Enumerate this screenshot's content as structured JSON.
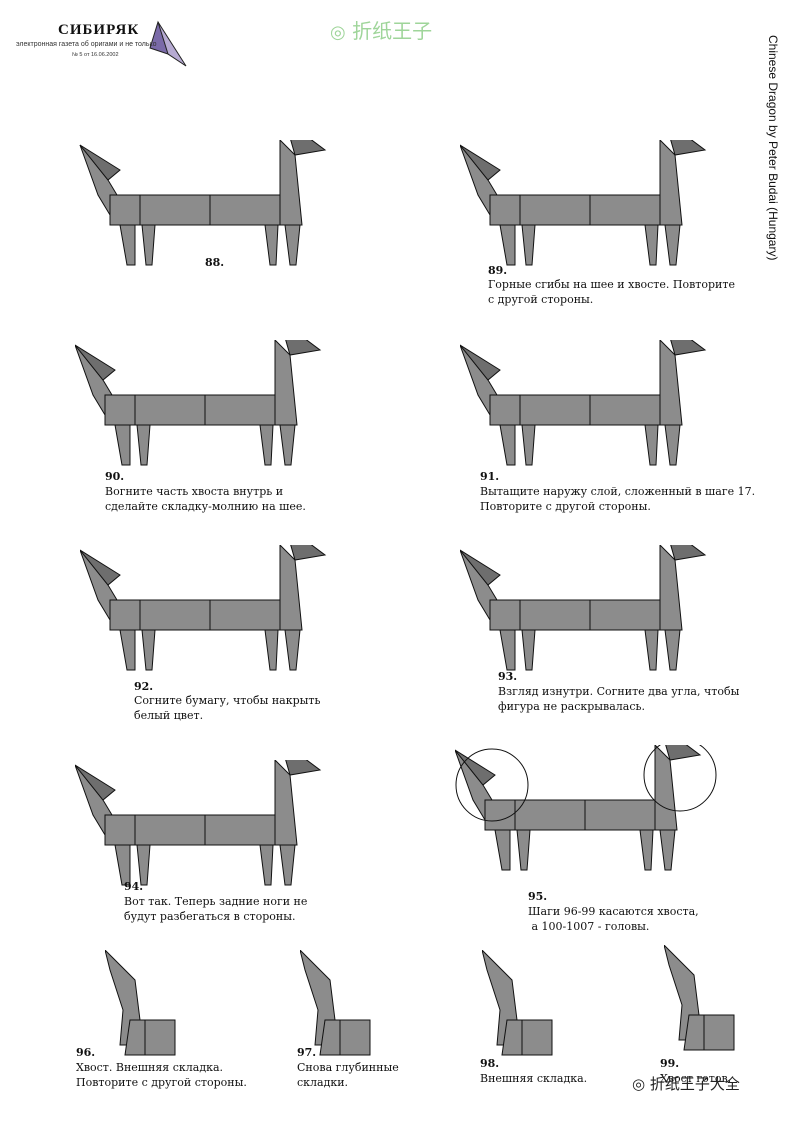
{
  "header": {
    "logo_title": "СИБИРЯК",
    "logo_subtitle": "электронная газета об оригами и не только",
    "logo_issue": "№ 5 от 16.06.2002",
    "watermark": "折纸王子"
  },
  "side_title": "Chinese Dragon by Peter Budai (Hungary)",
  "steps": [
    {
      "num": "88.",
      "lines": []
    },
    {
      "num": "89.",
      "lines": [
        "Горные сгибы на шее и хвосте. Повторите",
        "с другой стороны."
      ]
    },
    {
      "num": "90.",
      "lines": [
        "Вогните часть хвоста внутрь и",
        "сделайте складку-молнию на шее."
      ]
    },
    {
      "num": "91.",
      "lines": [
        "Вытащите наружу слой, сложенный в шаге 17.",
        "Повторите с другой стороны."
      ]
    },
    {
      "num": "92.",
      "lines": [
        "Согните бумагу, чтобы накрыть",
        "белый цвет."
      ]
    },
    {
      "num": "93.",
      "lines": [
        "Взгляд изнутри. Согните два угла, чтобы",
        "фигура не раскрывалась."
      ]
    },
    {
      "num": "94.",
      "lines": [
        "Вот так. Теперь задние ноги не",
        "будут разбегаться в стороны."
      ]
    },
    {
      "num": "95.",
      "lines": [
        "Шаги 96-99 касаются хвоста,",
        " а 100-1007 - головы."
      ]
    },
    {
      "num": "96.",
      "lines": [
        "Хвост. Внешняя складка.",
        "Повторите с другой стороны."
      ]
    },
    {
      "num": "97.",
      "lines": [
        "Снова глубинные",
        "складки."
      ]
    },
    {
      "num": "98.",
      "lines": [
        "Внешняя складка."
      ]
    },
    {
      "num": "99.",
      "lines": [
        "Хвост готов."
      ]
    }
  ],
  "footer_watermark": "折纸王子大全",
  "colors": {
    "paper": "#8c8c8c",
    "paper_dark": "#6e6e6e",
    "line": "#111111",
    "watermark": "#9fd59a"
  }
}
